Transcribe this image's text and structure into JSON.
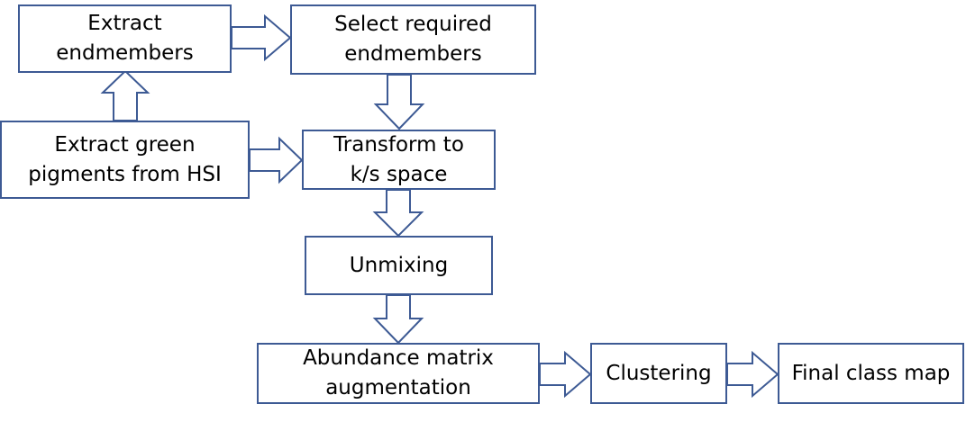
{
  "colors": {
    "stroke": "#3d5a94",
    "fill": "#ffffff",
    "text": "#000000"
  },
  "nodes": {
    "extract_endmembers": "Extract\nendmembers",
    "select_endmembers": "Select required\nendmembers",
    "extract_green": "Extract green\npigments from HSI",
    "transform": "Transform to\nk/s space",
    "unmixing": "Unmixing",
    "abundance": "Abundance matrix\naugmentation",
    "clustering": "Clustering",
    "final_map": "Final class map"
  }
}
